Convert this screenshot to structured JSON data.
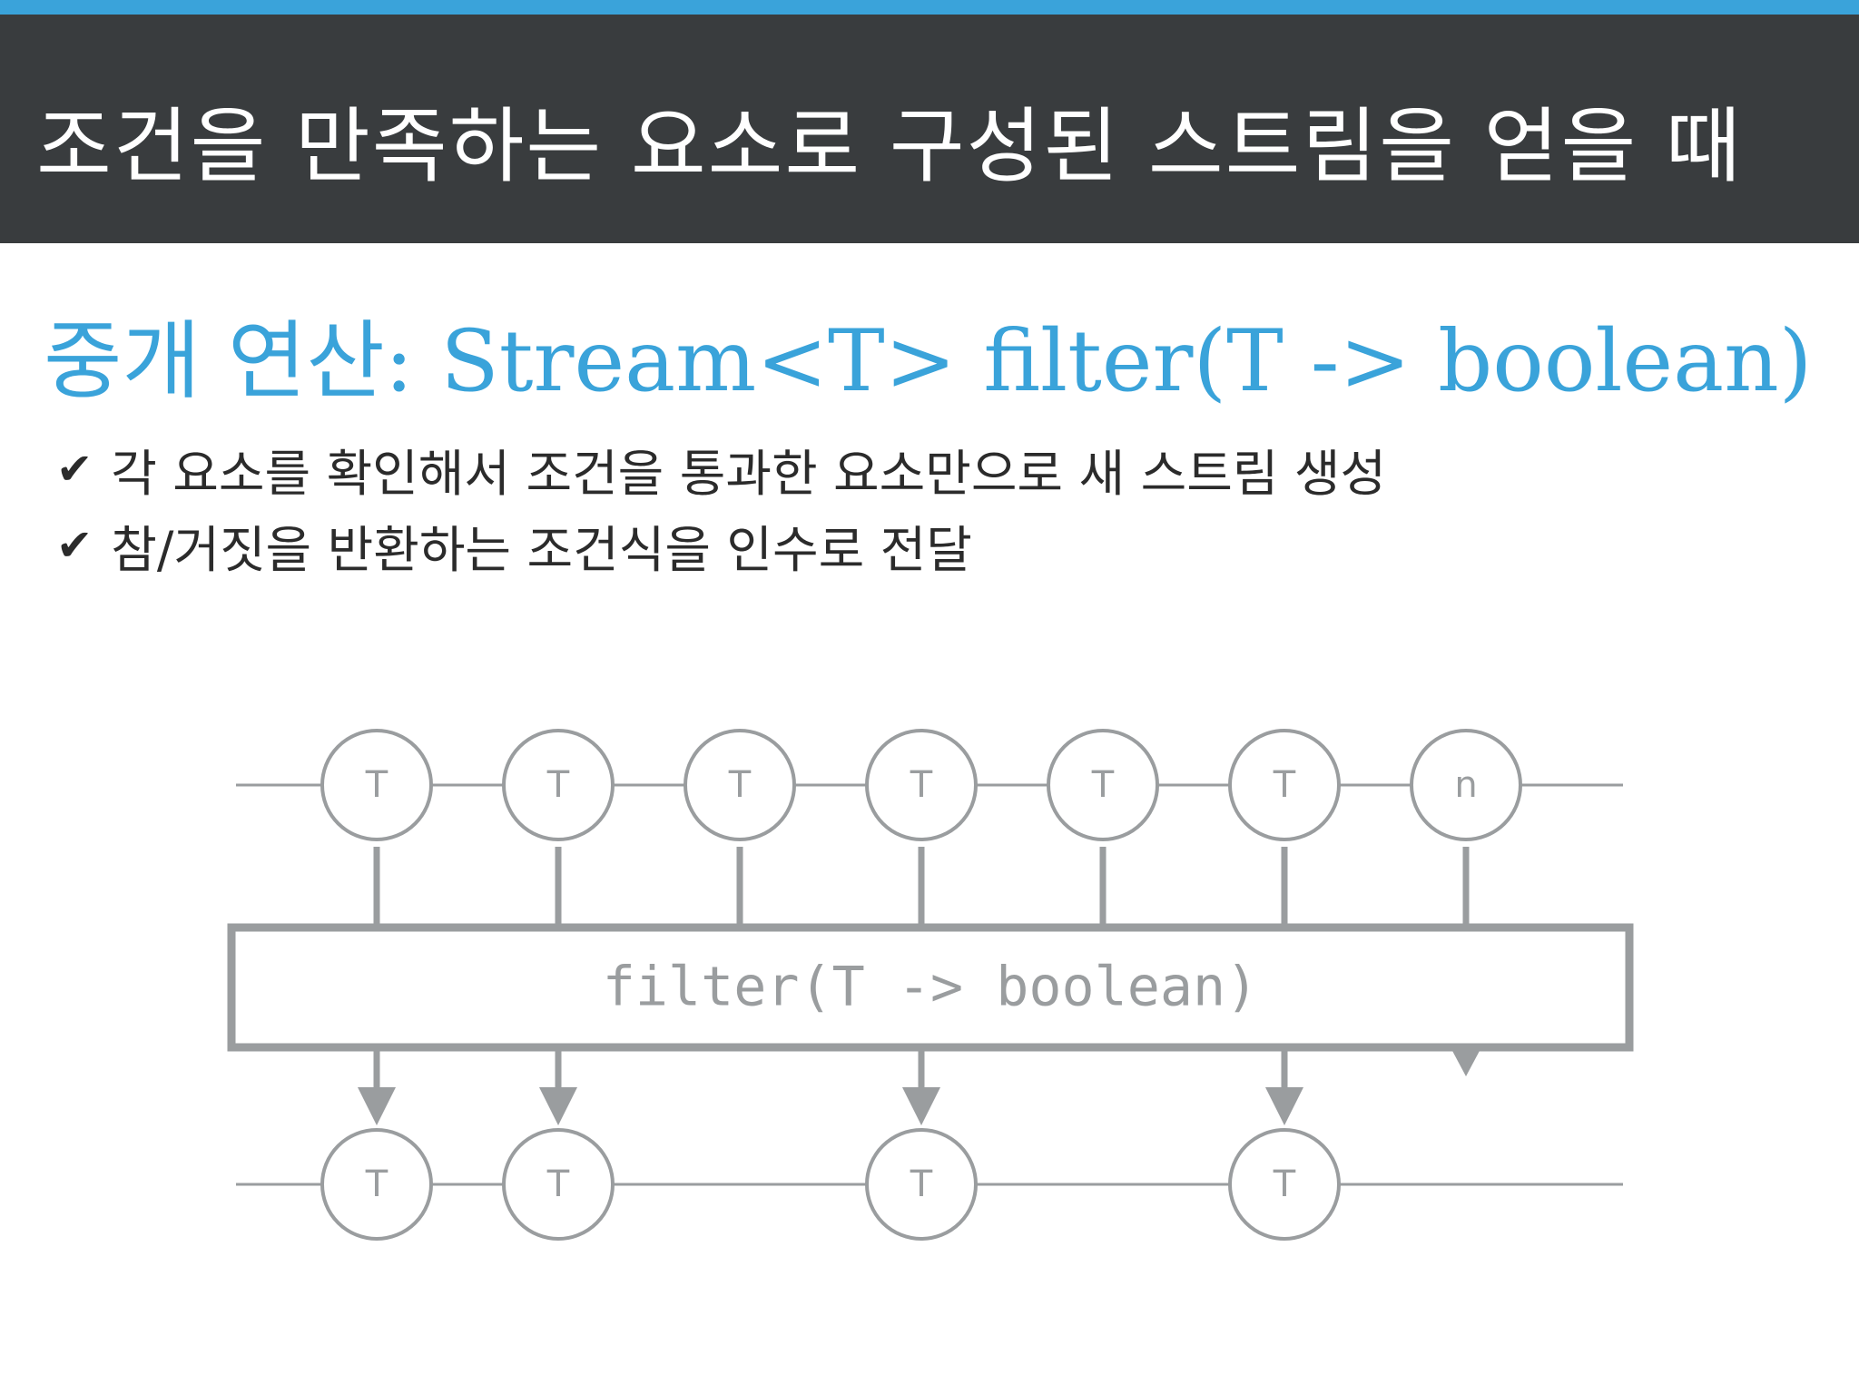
{
  "slide": {
    "title": "조건을 만족하는 요소로 구성된 스트림을 얻을 때",
    "subtitle": "중개 연산: Stream<T> filter(T -> boolean)",
    "bullets": [
      "각 요소를 확인해서 조건을 통과한 요소만으로 새 스트림 생성",
      "참/거짓을 반환하는 조건식을 인수로 전달"
    ],
    "check_icon": "check-icon"
  },
  "diagram": {
    "operator_label": "filter(T -> boolean)",
    "input_stream": [
      "T",
      "T",
      "T",
      "T",
      "T",
      "T",
      "n"
    ],
    "passed": [
      true,
      true,
      false,
      true,
      false,
      true,
      false
    ],
    "output_stream": [
      "T",
      "T",
      "T",
      "T"
    ]
  },
  "colors": {
    "accent": "#3aa3da",
    "title_bar": "#393c3e",
    "diagram_gray": "#9a9d9f",
    "text_dark": "#2b2b2b"
  }
}
